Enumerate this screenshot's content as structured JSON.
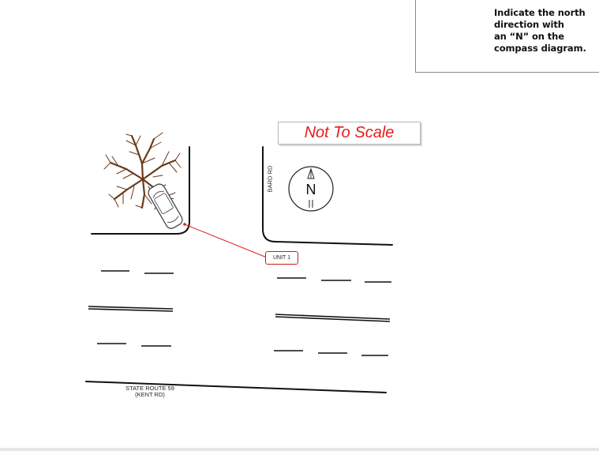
{
  "instructions": {
    "text": "Indicate the north\ndirection with\nan “N” on the\ncompass diagram."
  },
  "scale_note": "Not To Scale",
  "compass": {
    "letter": "N"
  },
  "roads": {
    "side_road": "BARD RD",
    "main_road": "STATE ROUTE 59\n(KENT RD)"
  },
  "unit": {
    "label": "UNIT 1",
    "leader_color": "#e02020"
  },
  "colors": {
    "tree": "#6b3a1a",
    "accent": "#e51b1b"
  }
}
